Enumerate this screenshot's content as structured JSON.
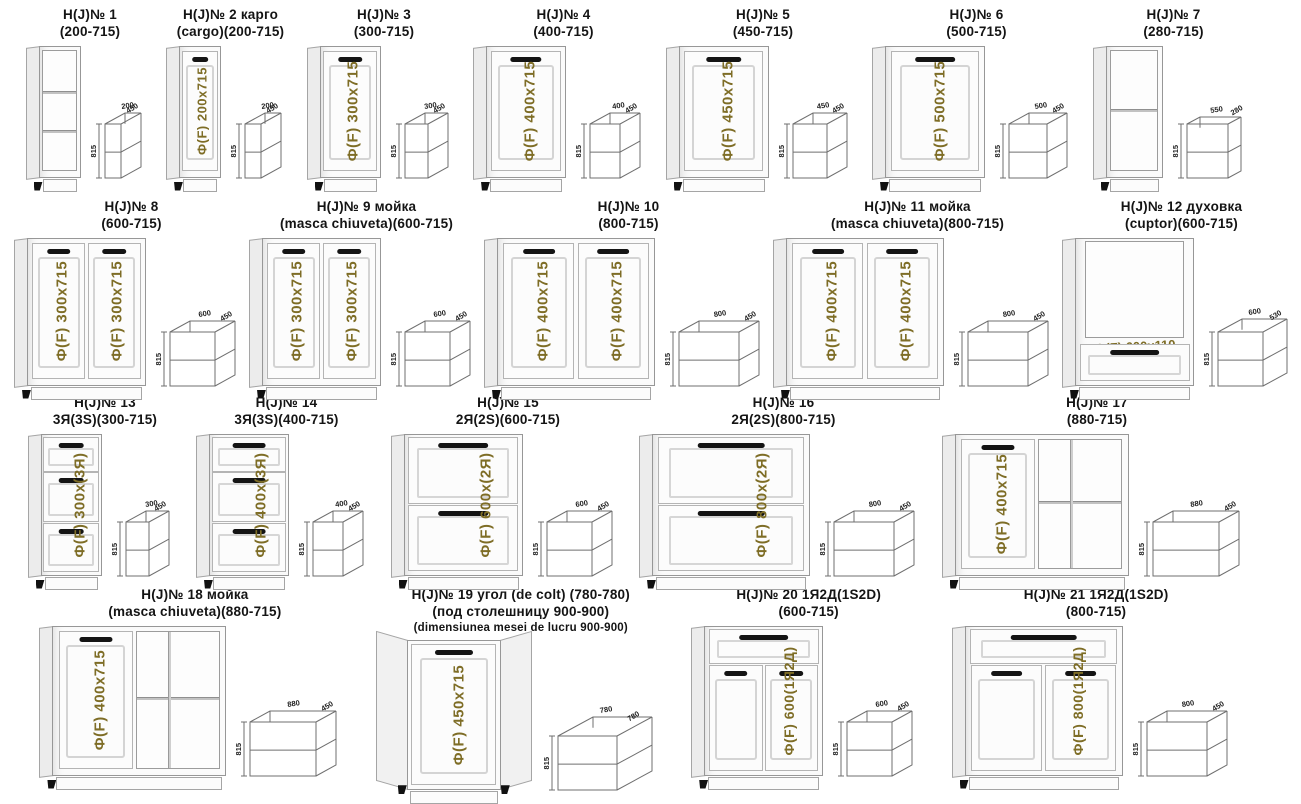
{
  "colors": {
    "label_gold": "#7e6d26",
    "title_text": "#141414",
    "iso_line": "#6f6f6f"
  },
  "rows": [
    {
      "items": [
        {
          "type": "open",
          "front_mm": 200,
          "title_lines": [
            "Н(J)№ 1",
            "(200-715)"
          ],
          "labels": [],
          "iso": {
            "w": "200",
            "d": "450",
            "h": "815"
          }
        },
        {
          "type": "door1",
          "front_mm": 200,
          "title_lines": [
            "Н(J)№ 2 карго",
            "(cargo)(200-715)"
          ],
          "labels": [
            "Ф(F) 200х715"
          ],
          "iso": {
            "w": "200",
            "d": "450",
            "h": "815"
          }
        },
        {
          "type": "door1",
          "front_mm": 300,
          "title_lines": [
            "Н(J)№ 3",
            "(300-715)"
          ],
          "labels": [
            "Ф(F) 300х715"
          ],
          "iso": {
            "w": "300",
            "d": "450",
            "h": "815"
          }
        },
        {
          "type": "door1",
          "front_mm": 400,
          "title_lines": [
            "Н(J)№ 4",
            "(400-715)"
          ],
          "labels": [
            "Ф(F) 400х715"
          ],
          "iso": {
            "w": "400",
            "d": "450",
            "h": "815"
          }
        },
        {
          "type": "door1",
          "front_mm": 450,
          "title_lines": [
            "Н(J)№ 5",
            "(450-715)"
          ],
          "labels": [
            "Ф(F) 450х715"
          ],
          "iso": {
            "w": "450",
            "d": "450",
            "h": "815"
          }
        },
        {
          "type": "door1",
          "front_mm": 500,
          "title_lines": [
            "Н(J)№ 6",
            "(500-715)"
          ],
          "labels": [
            "Ф(F) 500х715"
          ],
          "iso": {
            "w": "500",
            "d": "450",
            "h": "815"
          }
        },
        {
          "type": "corner-open",
          "front_mm": 280,
          "title_lines": [
            "Н(J)№ 7",
            "(280-715)"
          ],
          "labels": [],
          "iso": {
            "w": "550",
            "d": "280",
            "h": "815"
          }
        }
      ]
    },
    {
      "items": [
        {
          "type": "door2",
          "front_mm": 600,
          "title_lines": [
            "Н(J)№ 8",
            "(600-715)"
          ],
          "labels": [
            "Ф(F) 300х715",
            "Ф(F) 300х715"
          ],
          "iso": {
            "w": "600",
            "d": "450",
            "h": "815"
          }
        },
        {
          "type": "door2",
          "front_mm": 600,
          "title_lines": [
            "Н(J)№ 9 мойка",
            "(masca chiuveta)(600-715)"
          ],
          "labels": [
            "Ф(F) 300х715",
            "Ф(F) 300х715"
          ],
          "iso": {
            "w": "600",
            "d": "450",
            "h": "815"
          }
        },
        {
          "type": "door2",
          "front_mm": 800,
          "title_lines": [
            "Н(J)№ 10",
            "(800-715)"
          ],
          "labels": [
            "Ф(F) 400х715",
            "Ф(F) 400х715"
          ],
          "iso": {
            "w": "800",
            "d": "450",
            "h": "815"
          }
        },
        {
          "type": "door2",
          "front_mm": 800,
          "title_lines": [
            "Н(J)№ 11 мойка",
            "(masca chiuveta)(800-715)"
          ],
          "labels": [
            "Ф(F) 400х715",
            "Ф(F) 400х715"
          ],
          "iso": {
            "w": "800",
            "d": "450",
            "h": "815"
          }
        },
        {
          "type": "oven",
          "front_mm": 600,
          "title_lines": [
            "Н(J)№ 12 духовка",
            "(cuptor)(600-715)"
          ],
          "labels": [
            "Ф(F) 600х110"
          ],
          "iso": {
            "w": "600",
            "d": "530",
            "h": "815"
          }
        }
      ]
    },
    {
      "items": [
        {
          "type": "drawers3",
          "front_mm": 300,
          "title_lines": [
            "Н(J)№ 13",
            "3Я(3S)(300-715)"
          ],
          "labels": [
            "Ф(F) 300х(3Я)"
          ],
          "iso": {
            "w": "300",
            "d": "450",
            "h": "815"
          }
        },
        {
          "type": "drawers3",
          "front_mm": 400,
          "title_lines": [
            "Н(J)№ 14",
            "3Я(3S)(400-715)"
          ],
          "labels": [
            "Ф(F) 400х(3Я)"
          ],
          "iso": {
            "w": "400",
            "d": "450",
            "h": "815"
          }
        },
        {
          "type": "drawers2",
          "front_mm": 600,
          "title_lines": [
            "Н(J)№ 15",
            "2Я(2S)(600-715)"
          ],
          "labels": [
            "Ф(F) 600х(2Я)"
          ],
          "iso": {
            "w": "600",
            "d": "450",
            "h": "815"
          }
        },
        {
          "type": "drawers2",
          "front_mm": 800,
          "title_lines": [
            "Н(J)№ 16",
            "2Я(2S)(800-715)"
          ],
          "labels": [
            "Ф(F) 800х(2Я)"
          ],
          "iso": {
            "w": "800",
            "d": "450",
            "h": "815"
          }
        },
        {
          "type": "corner-door",
          "front_mm": 880,
          "title_lines": [
            "Н(J)№ 17",
            "(880-715)"
          ],
          "labels": [
            "Ф(F) 400х715"
          ],
          "iso": {
            "w": "880",
            "d": "450",
            "h": "815"
          }
        }
      ]
    },
    {
      "items": [
        {
          "type": "corner-door",
          "front_mm": 880,
          "title_lines": [
            "Н(J)№ 18 мойка",
            "(masca chiuveta)(880-715)"
          ],
          "labels": [
            "Ф(F) 400х715"
          ],
          "iso": {
            "w": "880",
            "d": "450",
            "h": "815"
          }
        },
        {
          "type": "diagonal",
          "front_mm": 780,
          "title_lines": [
            "Н(J)№ 19 угол (de colt) (780-780)",
            "(под столешницу 900-900)",
            "(dimensiunea mesei de lucru 900-900)"
          ],
          "labels": [
            "Ф(F) 450х715"
          ],
          "iso": {
            "w": "780",
            "d": "780",
            "h": "815"
          }
        },
        {
          "type": "drawer-doors",
          "front_mm": 600,
          "title_lines": [
            "Н(J)№ 20 1Я2Д(1S2D)",
            "(600-715)"
          ],
          "labels": [
            "Ф(F) 600(1Я2Д)"
          ],
          "iso": {
            "w": "600",
            "d": "450",
            "h": "815"
          }
        },
        {
          "type": "drawer-doors",
          "front_mm": 800,
          "title_lines": [
            "Н(J)№ 21 1Я2Д(1S2D)",
            "(800-715)"
          ],
          "labels": [
            "Ф(F) 800(1Я2Д)"
          ],
          "iso": {
            "w": "800",
            "d": "450",
            "h": "815"
          }
        }
      ]
    }
  ]
}
